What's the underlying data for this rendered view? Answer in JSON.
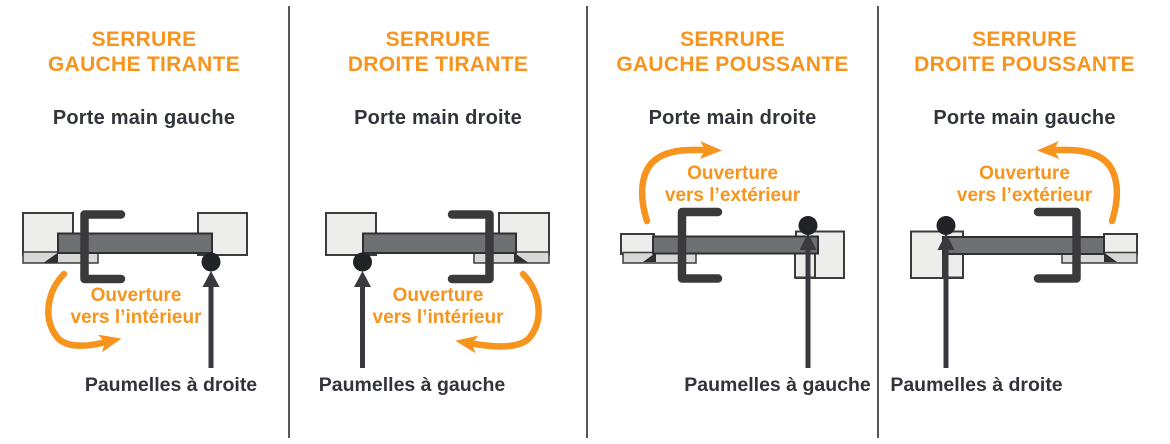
{
  "colors": {
    "accent_orange": "#F7941E",
    "text_dark": "#31343a",
    "door_gray": "#6e7073",
    "frame_light_gray": "#ededeb",
    "sill_gray": "#d8d8d6",
    "line_dark": "#3a3a3e"
  },
  "icons": {
    "opening_arrow": "curved-arrow-icon",
    "hinge_pointer": "straight-up-arrow-icon",
    "hinge": "hinge-dot-icon",
    "handle": "door-handle-icon"
  },
  "panels": [
    {
      "id": "serrure-gauche-tirante",
      "title": "SERRURE\nGAUCHE TIRANTE",
      "subtitle": "Porte main gauche",
      "opening_label": "Ouverture\nvers l’intérieur",
      "hinge_label": "Paumelles à droite",
      "opening_direction": "inward",
      "hinge_side": "right"
    },
    {
      "id": "serrure-droite-tirante",
      "title": "SERRURE\nDROITE TIRANTE",
      "subtitle": "Porte main droite",
      "opening_label": "Ouverture\nvers l’intérieur",
      "hinge_label": "Paumelles à gauche",
      "opening_direction": "inward",
      "hinge_side": "left"
    },
    {
      "id": "serrure-gauche-poussante",
      "title": "SERRURE\nGAUCHE POUSSANTE",
      "subtitle": "Porte main droite",
      "opening_label": "Ouverture\nvers l’extérieur",
      "hinge_label": "Paumelles à gauche",
      "opening_direction": "outward",
      "hinge_side": "right"
    },
    {
      "id": "serrure-droite-poussante",
      "title": "SERRURE\nDROITE POUSSANTE",
      "subtitle": "Porte main gauche",
      "opening_label": "Ouverture\nvers l’extérieur",
      "hinge_label": "Paumelles à droite",
      "opening_direction": "outward",
      "hinge_side": "left"
    }
  ]
}
